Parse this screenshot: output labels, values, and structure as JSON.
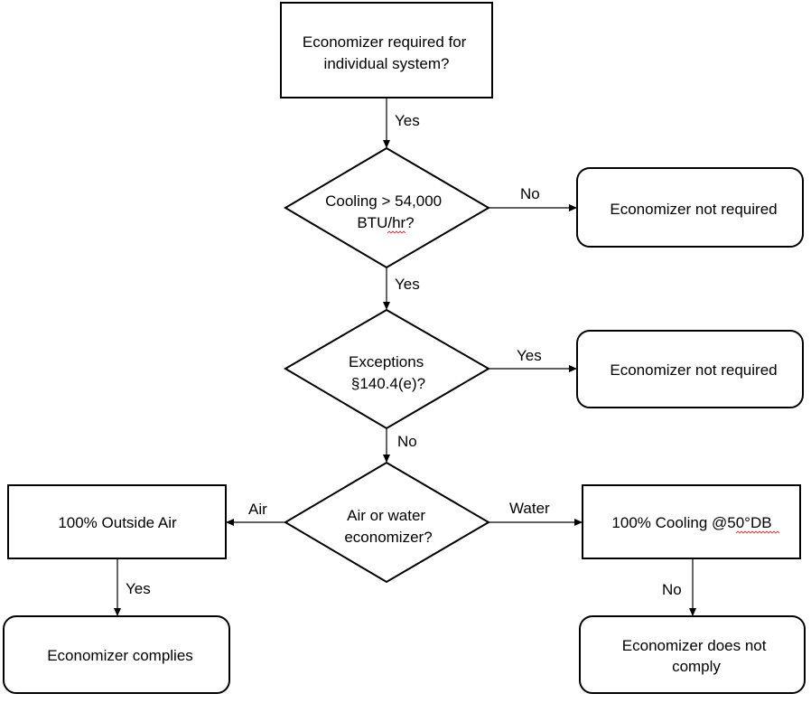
{
  "nodes": {
    "start": {
      "lines": [
        "Economizer required for",
        "individual system?"
      ]
    },
    "cooling": {
      "lines": [
        "Cooling > 54,000",
        "BTU/hr?"
      ]
    },
    "not_required_1": {
      "lines": [
        "Economizer not required"
      ]
    },
    "exceptions": {
      "lines": [
        "Exceptions",
        "§140.4(e)?"
      ]
    },
    "not_required_2": {
      "lines": [
        "Economizer not required"
      ]
    },
    "air_or_water": {
      "lines": [
        "Air or water",
        "economizer?"
      ]
    },
    "outside_air": {
      "lines": [
        "100% Outside Air"
      ]
    },
    "cooling_50db": {
      "lines": [
        "100% Cooling @50°DB"
      ]
    },
    "complies": {
      "lines": [
        "Economizer complies"
      ]
    },
    "not_comply": {
      "lines": [
        "Economizer does not",
        "comply"
      ]
    }
  },
  "edges": {
    "start_to_cooling": "Yes",
    "cooling_to_not_required": "No",
    "cooling_to_exceptions": "Yes",
    "exceptions_to_not_required": "Yes",
    "exceptions_to_air_water": "No",
    "air_water_to_outside_air": "Air",
    "air_water_to_cooling_50db": "Water",
    "outside_air_to_complies": "Yes",
    "cooling_50db_to_not_comply": "No"
  }
}
